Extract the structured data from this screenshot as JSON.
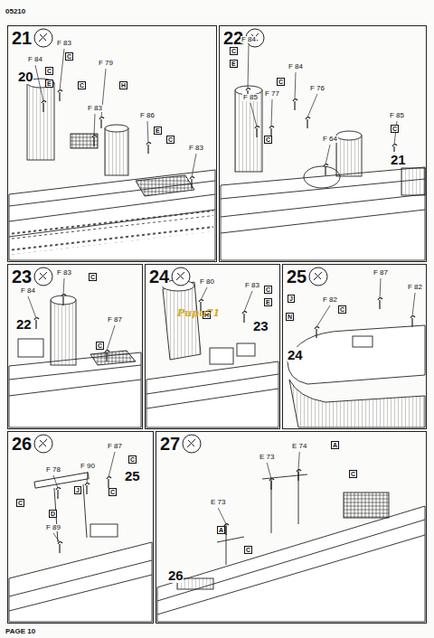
{
  "diagram": {
    "nodes": [
      {
        "text": [
          "21"
        ]
      },
      {
        "text": [
          "22"
        ]
      },
      {
        "text": [
          "23"
        ]
      },
      {
        "text": [
          "24"
        ]
      },
      {
        "text": [
          "25"
        ]
      },
      {
        "text": [
          "26"
        ]
      },
      {
        "text": [
          "27"
        ]
      }
    ],
    "labels": [
      "05210",
      "20",
      "F 84",
      "C",
      "E",
      "F 83",
      "C",
      "F 79",
      "C",
      "H",
      "F 83",
      "F 86",
      "E",
      "C",
      "F 83",
      "C",
      "F 84",
      "E",
      "F 85",
      "F 77",
      "F 84",
      "C",
      "F 76",
      "C",
      "F 64",
      "F 85",
      "C",
      "21",
      "F 84",
      "F 83",
      "C",
      "22",
      "F 87",
      "C",
      "F 80",
      "H",
      "F 83",
      "C",
      "E",
      "23",
      "Pupu71",
      "F 87",
      "F 82",
      "J",
      "F 82",
      "N",
      "C",
      "24",
      "F 87",
      "C",
      "F 78",
      "F 90",
      "J",
      "C",
      "25",
      "C",
      "D",
      "F 89",
      "E 73",
      "E 74",
      "A",
      "C",
      "E 73",
      "A",
      "C",
      "26",
      "PAGE 10"
    ]
  }
}
